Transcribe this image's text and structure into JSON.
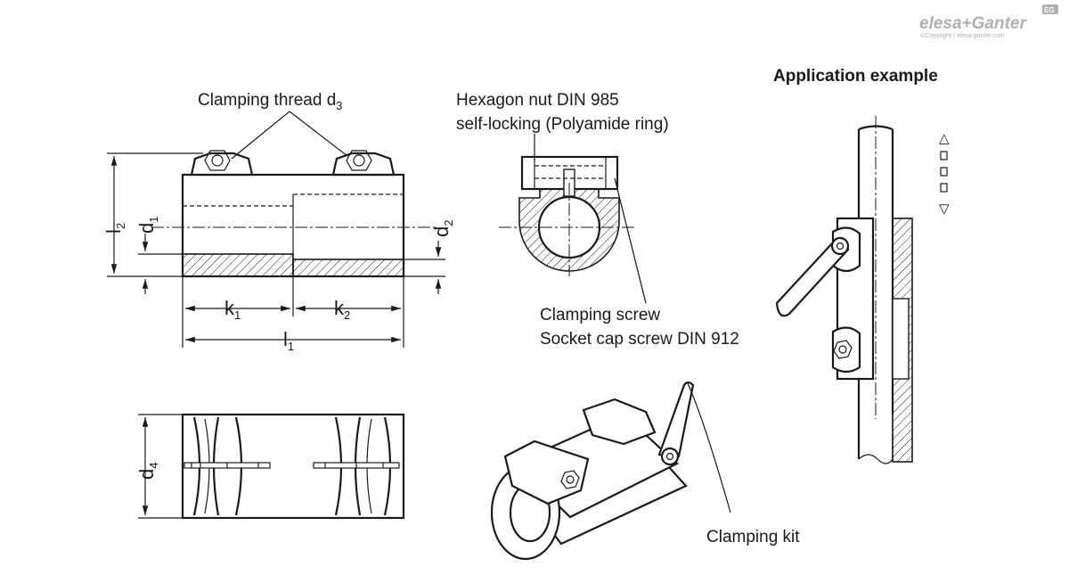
{
  "brand": {
    "logo_text": "elesa+Ganter",
    "copyright": "©Copyright | elesa-ganter.com",
    "badge": "EG"
  },
  "section_title": "Application example",
  "labels": {
    "clamping_thread": "Clamping thread d",
    "clamping_thread_sub": "3",
    "hex_nut_line1": "Hexagon nut  DIN 985",
    "hex_nut_line2": "self-locking (Polyamide ring)",
    "clamping_screw_line1": "Clamping screw",
    "clamping_screw_line2": "Socket cap screw DIN 912",
    "clamping_kit": "Clamping kit"
  },
  "dimensions": {
    "l2": {
      "main": "l",
      "sub": "2"
    },
    "d1": {
      "main": "d",
      "sub": "1"
    },
    "d2": {
      "main": "d",
      "sub": "2"
    },
    "k1": {
      "main": "k",
      "sub": "1"
    },
    "k2": {
      "main": "k",
      "sub": "2"
    },
    "l1": {
      "main": "l",
      "sub": "1"
    },
    "d4": {
      "main": "d",
      "sub": "4"
    }
  },
  "arrows": {
    "up": "△",
    "down": "▽"
  }
}
